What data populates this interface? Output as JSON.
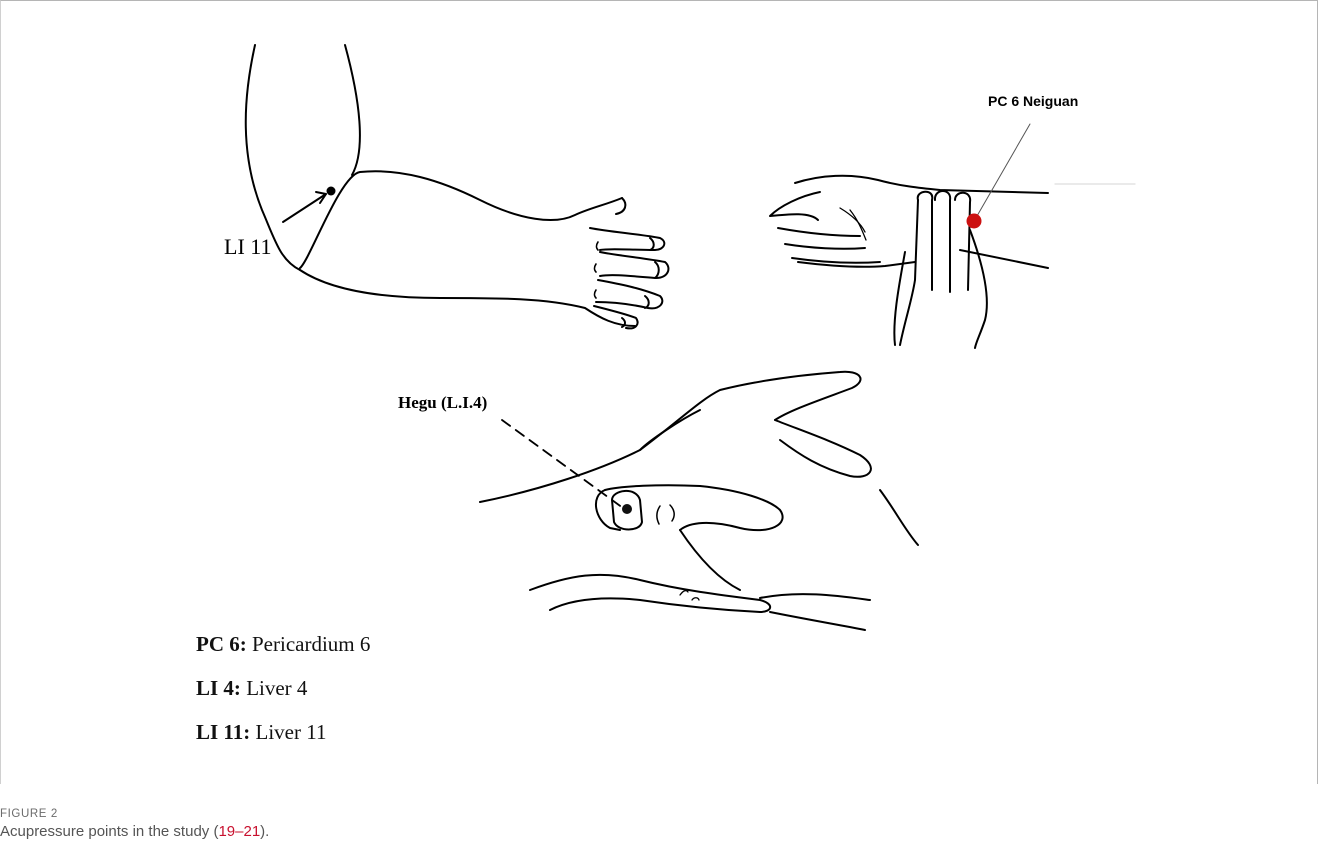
{
  "figure": {
    "labels": {
      "li11": "LI 11",
      "pc6": "PC 6 Neiguan",
      "hegu": "Hegu (L.I.4)"
    },
    "legend": [
      {
        "abbr": "PC 6:",
        "text": "Pericardium 6"
      },
      {
        "abbr": "LI 4:",
        "text": "Liver 4"
      },
      {
        "abbr": "LI 11:",
        "text": "Liver 11"
      }
    ],
    "point_color": "#cc1111"
  },
  "caption": {
    "figure_label": "FIGURE 2",
    "text_before": "Acupressure points in the study (",
    "ref": "19–21",
    "text_after": ")."
  }
}
